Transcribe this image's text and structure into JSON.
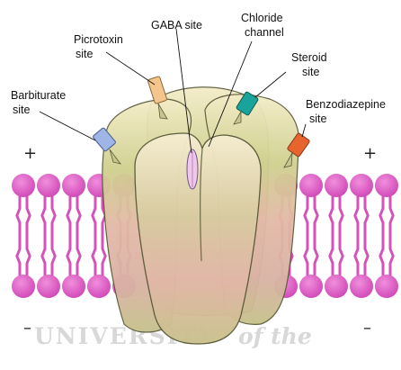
{
  "diagram": {
    "labels": {
      "gaba": "GABA site",
      "chloride_1": "Chloride",
      "chloride_2": "channel",
      "picrotoxin_1": "Picrotoxin",
      "picrotoxin_2": "site",
      "steroid_1": "Steroid",
      "steroid_2": "site",
      "barbiturate_1": "Barbiturate",
      "barbiturate_2": "site",
      "benzodiazepine_1": "Benzodiazepine",
      "benzodiazepine_2": "site"
    },
    "signs": {
      "top_left": "+",
      "top_right": "+",
      "bottom_left": "–",
      "bottom_right": "–"
    },
    "watermark": {
      "main": "UNIVERSITY",
      "suffix": "of the"
    },
    "colors": {
      "lipid_head": "#dd55c2",
      "lipid_tail": "#d552b8",
      "receptor_fill": "#c9c58f",
      "receptor_stroke": "#5a5a3a",
      "picrotoxin": "#f4c58c",
      "steroid": "#1aa39a",
      "barbiturate": "#9fb5e6",
      "benzodiazepine": "#e8642e",
      "gaba": "#f2c6e8"
    }
  }
}
